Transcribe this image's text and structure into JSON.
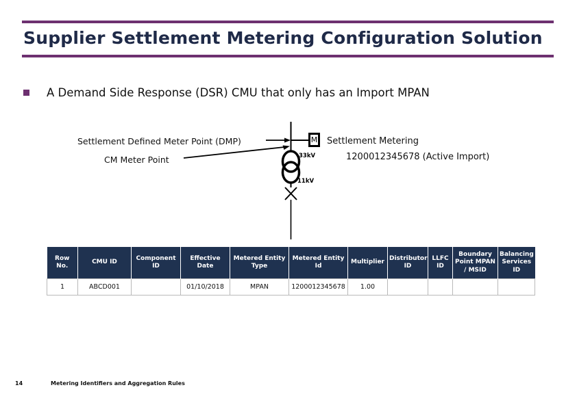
{
  "slide": {
    "title": "Supplier Settlement Metering Configuration Solution",
    "accent_color": "#6D3070",
    "title_color": "#1F2A48"
  },
  "bullet": {
    "marker": "square-bullet",
    "text": "A Demand Side Response (DSR) CMU that only has an Import MPAN"
  },
  "diagram": {
    "labels": {
      "dmp": "Settlement Defined Meter Point (DMP)",
      "cm_meter_point": "CM Meter Point",
      "meter_symbol": "M",
      "settlement_metering": "Settlement Metering",
      "mpan": "1200012345678 (Active Import)",
      "voltage_hv": "33kV",
      "voltage_lv": "11kV"
    }
  },
  "table": {
    "headers": [
      "Row No.",
      "CMU ID",
      "Component ID",
      "Effective Date",
      "Metered Entity Type",
      "Metered Entity Id",
      "Multiplier",
      "Distributor ID",
      "LLFC ID",
      "Boundary Point MPAN / MSID",
      "Balancing Services ID"
    ],
    "header_bg": "#1F3250",
    "rows": [
      {
        "row_no": "1",
        "cmu_id": "ABCD001",
        "component_id": "",
        "effective_date": "01/10/2018",
        "metered_entity_type": "MPAN",
        "metered_entity_id": "1200012345678",
        "multiplier": "1.00",
        "distributor_id": "",
        "llfc_id": "",
        "boundary_point_mpan_msid": "",
        "balancing_services_id": ""
      }
    ]
  },
  "footer": {
    "page_number": "14",
    "document_title": "Metering Identifiers and Aggregation Rules"
  }
}
